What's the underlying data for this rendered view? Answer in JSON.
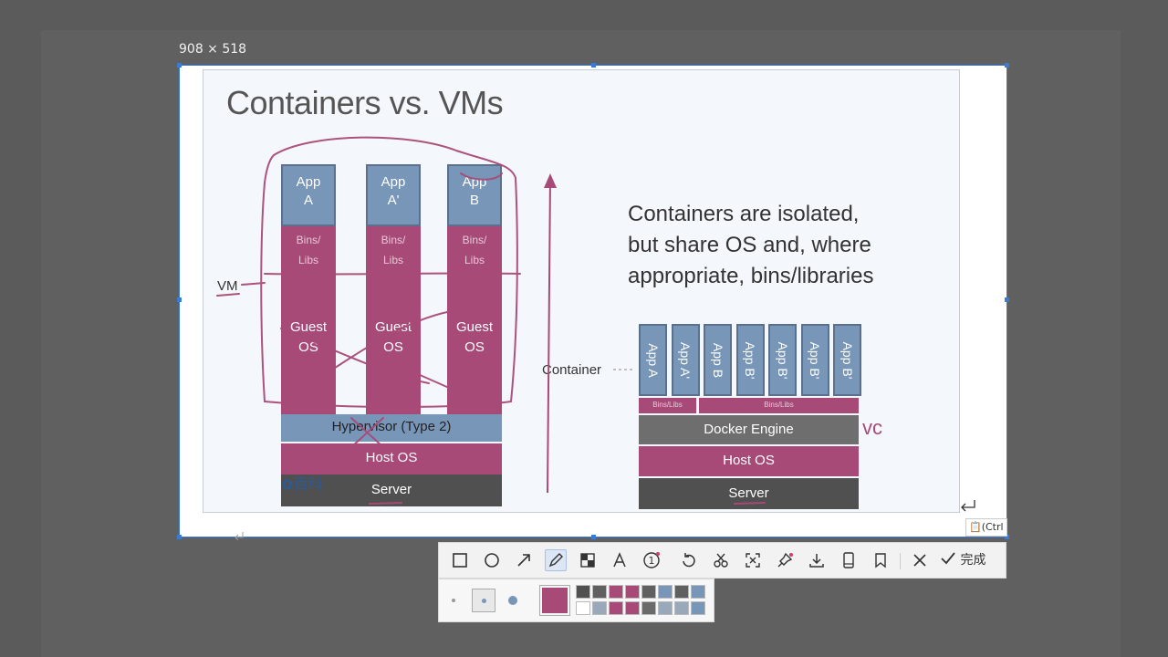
{
  "capture": {
    "size_label": "908 × 518"
  },
  "slide": {
    "title": "Containers vs. VMs",
    "vm_columns": [
      {
        "app": "App\nA",
        "bins": "Bins/\nLibs",
        "guest": "Guest\nOS"
      },
      {
        "app": "App\nA'",
        "bins": "Bins/\nLibs",
        "guest": "Guest\nOS"
      },
      {
        "app": "App\nB",
        "bins": "Bins/\nLibs",
        "guest": "Guest\nOS"
      }
    ],
    "hypervisor": "Hypervisor (Type 2)",
    "host_os": "Host OS",
    "server": "Server",
    "vm_label": "VM",
    "container_label": "Container",
    "description": "Containers are isolated,\nbut share OS and, where\nappropriate, bins/libraries",
    "container_apps": [
      "App A",
      "App A'",
      "App B",
      "App B'",
      "App B'",
      "App B'",
      "App B'"
    ],
    "container_bins": [
      "Bins/Libs",
      "Bins/Libs"
    ],
    "docker_engine": "Docker Engine",
    "c_host_os": "Host OS",
    "c_server": "Server",
    "annotation_vc": "vc",
    "logo_text": "百科"
  },
  "paste_hint": "(Ctrl",
  "toolbar": {
    "tools": [
      "rectangle-icon",
      "circle-icon",
      "arrow-icon",
      "pen-icon",
      "mosaic-icon",
      "text-icon",
      "number-icon",
      "undo-icon",
      "cut-icon",
      "ocr-icon",
      "pin-icon",
      "download-icon",
      "phone-icon",
      "bookmark-icon",
      "close-icon"
    ],
    "done_label": "完成"
  },
  "palette": {
    "selected_color": "#a84a78",
    "colors": [
      "#505050",
      "#606060",
      "#a84a78",
      "#a84a78",
      "#606060",
      "#7896b8",
      "#606060",
      "#7896b8",
      "#ffffff",
      "#9aa9ba",
      "#a84a78",
      "#a84a78",
      "#6a6a6a",
      "#9aa9ba",
      "#9aa9ba",
      "#7896b8"
    ]
  }
}
